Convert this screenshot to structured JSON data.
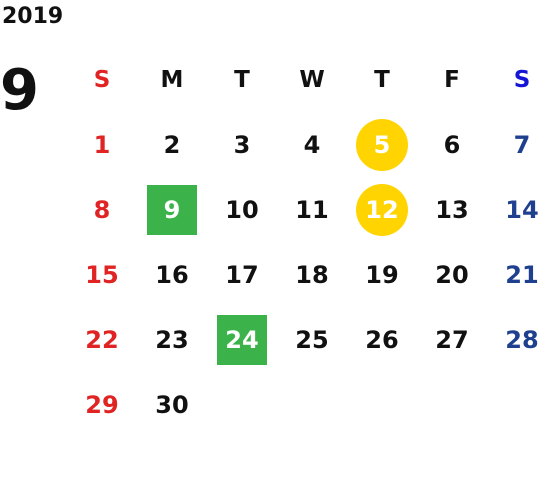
{
  "calendar": {
    "year": "2019",
    "month": "9",
    "weekdays": [
      "S",
      "M",
      "T",
      "W",
      "T",
      "F",
      "S"
    ],
    "days": [
      {
        "label": "1",
        "mark": "none"
      },
      {
        "label": "2",
        "mark": "none"
      },
      {
        "label": "3",
        "mark": "none"
      },
      {
        "label": "4",
        "mark": "none"
      },
      {
        "label": "5",
        "mark": "yellow-circle"
      },
      {
        "label": "6",
        "mark": "none"
      },
      {
        "label": "7",
        "mark": "none"
      },
      {
        "label": "8",
        "mark": "none"
      },
      {
        "label": "9",
        "mark": "green-square"
      },
      {
        "label": "10",
        "mark": "none"
      },
      {
        "label": "11",
        "mark": "none"
      },
      {
        "label": "12",
        "mark": "yellow-circle"
      },
      {
        "label": "13",
        "mark": "none"
      },
      {
        "label": "14",
        "mark": "none"
      },
      {
        "label": "15",
        "mark": "none"
      },
      {
        "label": "16",
        "mark": "none"
      },
      {
        "label": "17",
        "mark": "none"
      },
      {
        "label": "18",
        "mark": "none"
      },
      {
        "label": "19",
        "mark": "none"
      },
      {
        "label": "20",
        "mark": "none"
      },
      {
        "label": "21",
        "mark": "none"
      },
      {
        "label": "22",
        "mark": "none"
      },
      {
        "label": "23",
        "mark": "none"
      },
      {
        "label": "24",
        "mark": "green-square"
      },
      {
        "label": "25",
        "mark": "none"
      },
      {
        "label": "26",
        "mark": "none"
      },
      {
        "label": "27",
        "mark": "none"
      },
      {
        "label": "28",
        "mark": "none"
      },
      {
        "label": "29",
        "mark": "none"
      },
      {
        "label": "30",
        "mark": "none"
      }
    ]
  },
  "colors": {
    "sunday": "#e02424",
    "saturday_header": "#1515d6",
    "saturday": "#1f3f8f",
    "green_mark": "#3cb34a",
    "yellow_mark": "#ffd400",
    "text": "#111111"
  }
}
